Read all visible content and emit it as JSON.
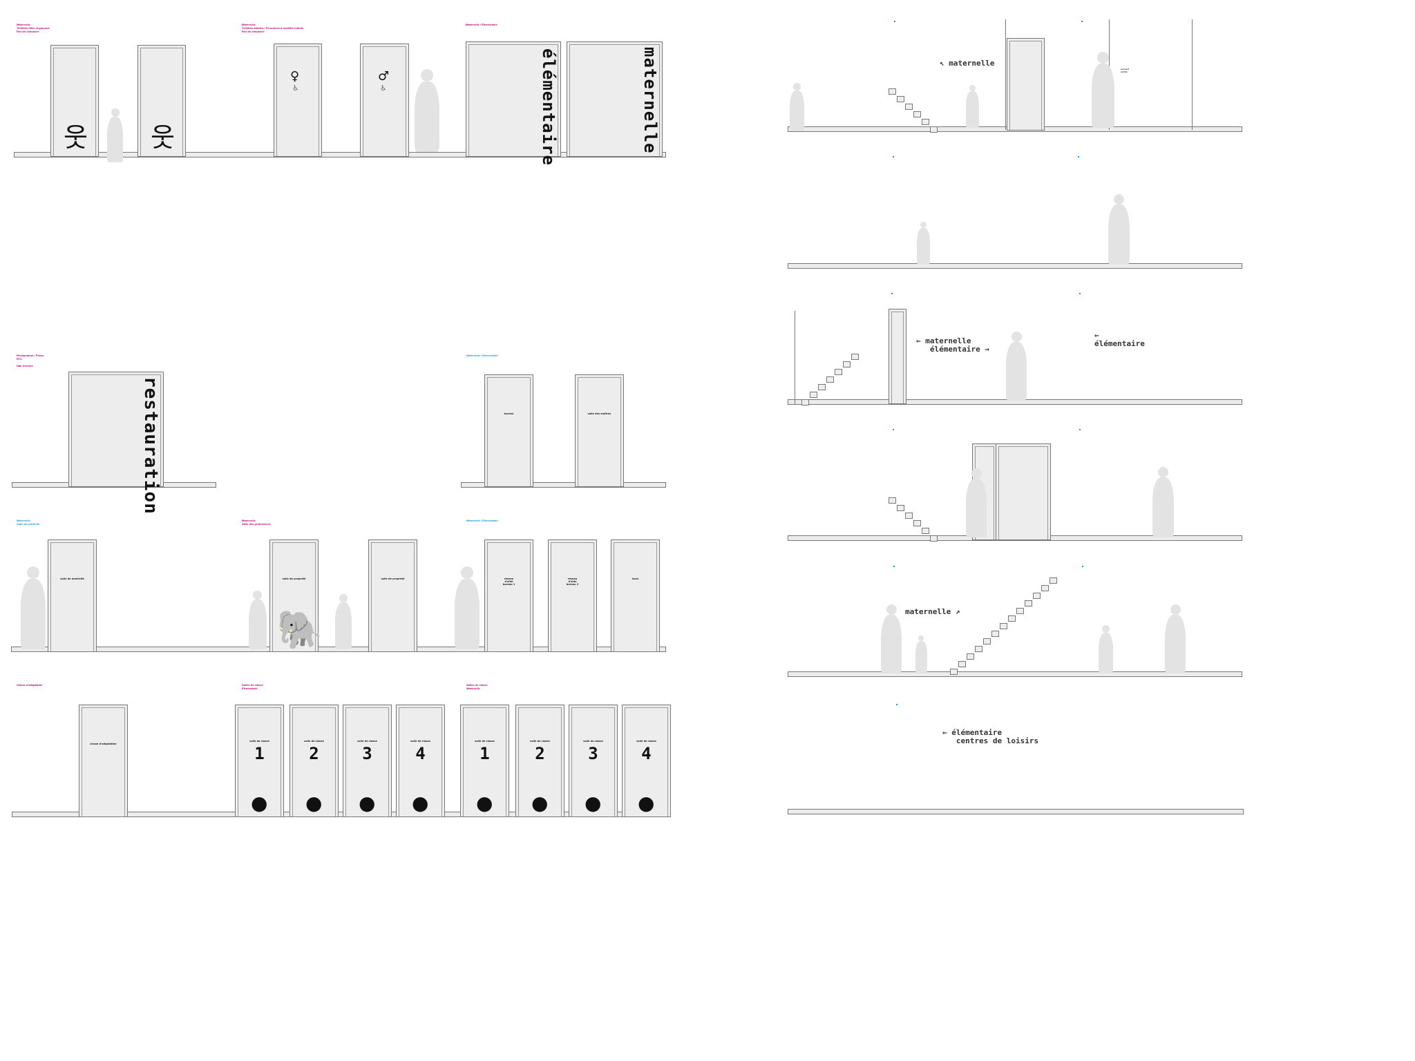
{
  "captions": {
    "r1a": "Maternelle\nToilettes filles et garçons\nRez-de-chaussée",
    "r1b": "Maternelle\nToilettes adultes / Personnes à mobilité réduite\nRez-de-chaussée",
    "r1c": "Maternelle / Élémentaire",
    "r2a": "Restauration / Préau\nR+1\n\nHall d'entrée",
    "r2b": "Maternelle / Élémentaire",
    "r3a": "Maternelle\nSalle de motricité",
    "r3b": "Maternelle\nSalle des professeurs",
    "r3c": "Maternelle / Élémentaire",
    "r4a": "Classe d'adaptation",
    "r4b": "Salles de classe\nÉlémentaire",
    "r4c": "Salles de classe\nMaternelle"
  },
  "signs": {
    "elementaire": "élémentaire",
    "maternelle": "maternelle",
    "restauration": "restauration",
    "female": "♀",
    "male": "♂",
    "accessible": "♿",
    "child": "웃"
  },
  "door_labels": {
    "bureau": "bureau",
    "salle_maitres": "salle des maîtres",
    "motricite": "salle de motricité",
    "salle_propres": "salle de propreté",
    "salle_propres2": "salle de propreté",
    "reseau1": "réseau\nd'aide\nbureau 1",
    "reseau2": "réseau\nd'aide\nbureau 2",
    "local": "local",
    "adaptation": "classe d'adaptation",
    "classe": "salle de classe",
    "n1": "1",
    "n2": "2",
    "n3": "3",
    "n4": "4"
  },
  "wayfinding": {
    "p1_maternelle": "↖ maternelle",
    "p3_left": "⇐ maternelle\n   élémentaire ⇒",
    "p3_right": "⇐\nélémentaire",
    "p5_maternelle": "maternelle ↗",
    "p6": "⇐ élémentaire\n   centres de loisirs",
    "small_note": "accueil\nsortie"
  },
  "colors": {
    "magenta": "#c8007a",
    "blue": "#1a9ad6",
    "door": "#ededed",
    "figure": "#e3e3e3"
  }
}
